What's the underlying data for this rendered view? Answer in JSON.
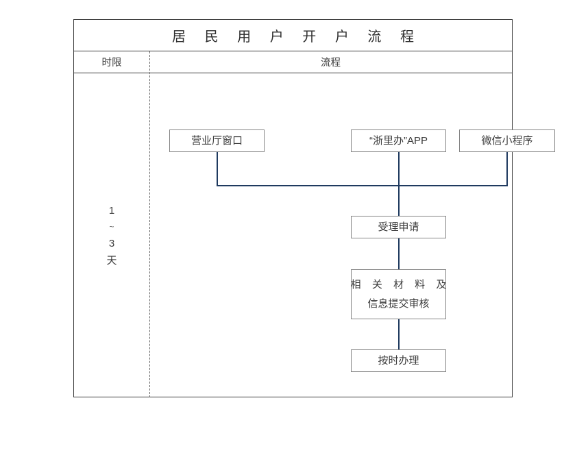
{
  "table": {
    "title": "居 民 用 户 开 户 流 程",
    "headers": {
      "time_limit": "时限",
      "process": "流程"
    }
  },
  "time_column": {
    "lines": [
      "1",
      "~",
      "3",
      "天"
    ],
    "value_min": "1",
    "value_max": "3",
    "unit": "天"
  },
  "flow": {
    "sources": [
      {
        "label": "营业厅窗口"
      },
      {
        "label": "“浙里办”APP"
      },
      {
        "label": "微信小程序"
      }
    ],
    "steps": [
      {
        "label": "受理申请",
        "lines": [
          "受理申请"
        ]
      },
      {
        "label": "相关材料及信息提交审核",
        "lines": [
          "相 关 材 料 及",
          "信息提交审核"
        ]
      },
      {
        "label": "按时办理",
        "lines": [
          "按时办理"
        ]
      }
    ]
  },
  "colors": {
    "connector": "#1f3a5f",
    "node_border": "#848484",
    "table_border": "#3a3a3a",
    "divider": "#6b6b6b",
    "text": "#3b3b3b",
    "background": "#ffffff"
  }
}
